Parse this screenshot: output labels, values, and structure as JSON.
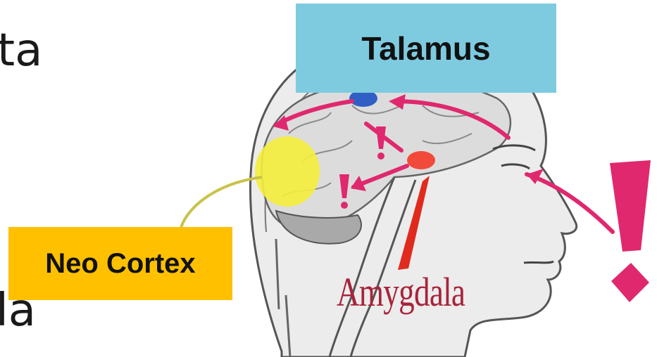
{
  "slide": {
    "text_fragment_top": "ta",
    "text_fragment_bottom": "la"
  },
  "labels": {
    "talamus": "Talamus",
    "neo_cortex": "Neo Cortex",
    "amygdala": "Amygdala"
  },
  "colors": {
    "talamus_box": "#7ecbe0",
    "neo_cortex_box": "#ffc000",
    "arrows": "#e0286e",
    "thalamus_dot": "#2f5fc4",
    "amygdala_dot": "#f24a3a",
    "neo_cortex_glow": "#f4ee3a"
  }
}
